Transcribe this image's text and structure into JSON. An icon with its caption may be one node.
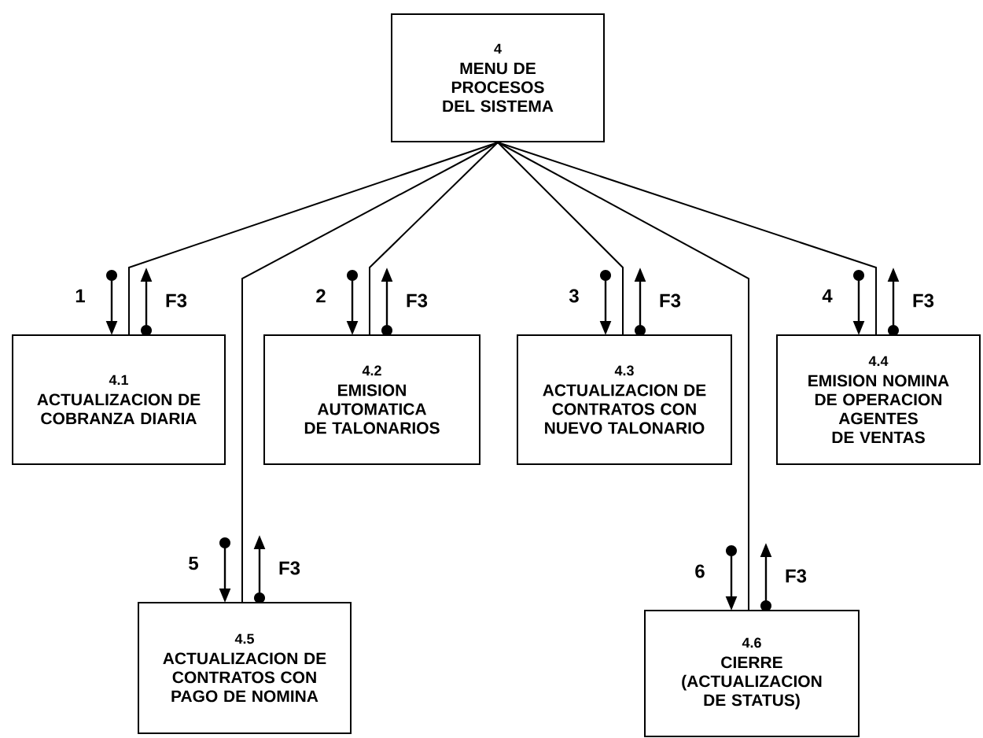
{
  "diagram": {
    "nodes": [
      {
        "text": [
          "4",
          "MENU DE PROCESOS DEL SISTEMA"
        ]
      },
      {
        "text": [
          "4.1",
          "ACTUALIZACION DE COBRANZA DIARIA"
        ]
      },
      {
        "text": [
          "4.2",
          "EMISION AUTOMATICA DE TALONARIOS"
        ]
      },
      {
        "text": [
          "4.3",
          "ACTUALIZACION DE CONTRATOS CON NUEVO TALONARIO"
        ]
      },
      {
        "text": [
          "4.4",
          "EMISION NOMINA DE OPERACION AGENTES DE VENTAS"
        ]
      },
      {
        "text": [
          "4.5",
          "ACTUALIZACION DE CONTRATOS CON PAGO DE NOMINA"
        ]
      },
      {
        "text": [
          "4.6",
          "CIERRE (ACTUALIZACION DE STATUS)"
        ]
      }
    ],
    "edges": [
      {
        "from": 0,
        "to": 1,
        "arrow": "none"
      },
      {
        "from": 0,
        "to": 2,
        "arrow": "none"
      },
      {
        "from": 0,
        "to": 3,
        "arrow": "none"
      },
      {
        "from": 0,
        "to": 4,
        "arrow": "none"
      },
      {
        "from": 0,
        "to": 5,
        "arrow": "none"
      },
      {
        "from": 0,
        "to": 6,
        "arrow": "none"
      }
    ],
    "labels": [
      "1",
      "F3",
      "2",
      "F3",
      "3",
      "F3",
      "4",
      "F3",
      "5",
      "F3",
      "6",
      "F3"
    ]
  }
}
